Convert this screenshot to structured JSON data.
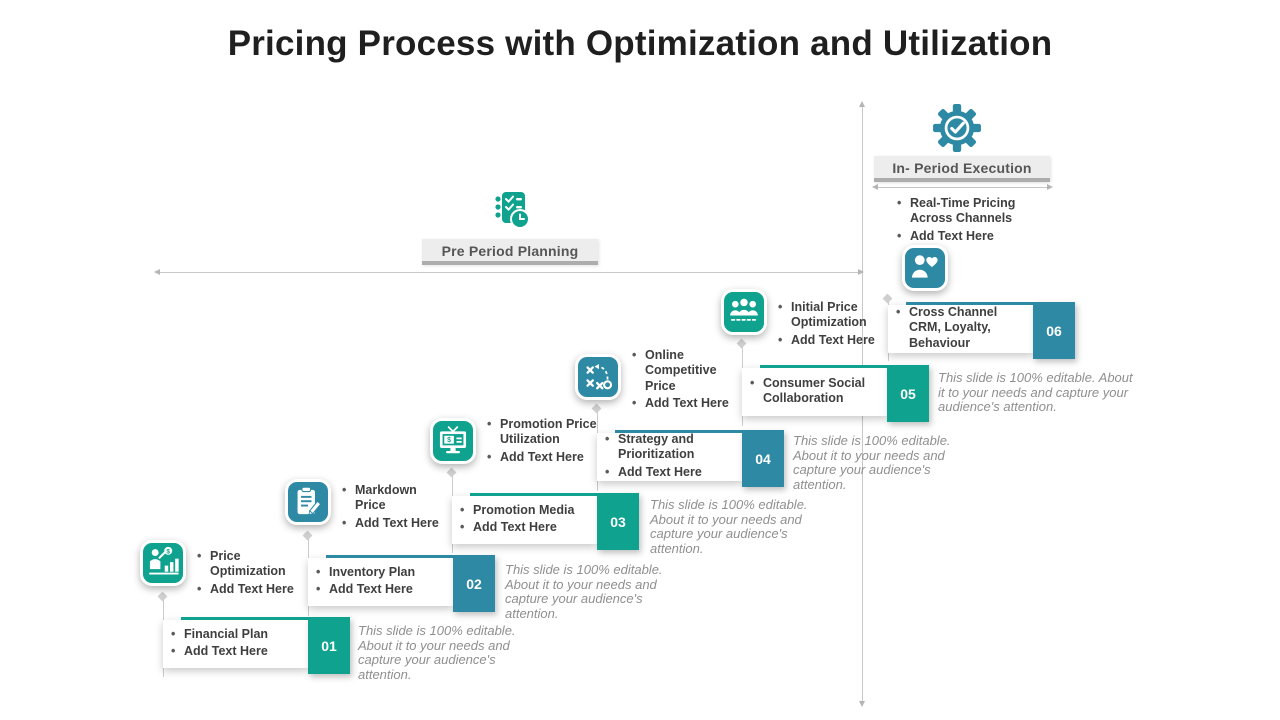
{
  "title": "Pricing Process with Optimization and Utilization",
  "colors": {
    "green": "#0fa38f",
    "blue": "#2e89a5"
  },
  "planning": {
    "label": "Pre Period Planning"
  },
  "execution": {
    "label": "In- Period Execution",
    "bullets": [
      "Real-Time Pricing Across Channels",
      "Add Text Here"
    ]
  },
  "editable_note": "This slide is 100% editable. About it to your needs and capture your audience's attention.",
  "steps": [
    {
      "num": "01",
      "title": "Financial Plan",
      "sub": "Add Text Here",
      "side_title": "Price Optimization",
      "side_sub": "Add Text Here"
    },
    {
      "num": "02",
      "title": "Inventory Plan",
      "sub": "Add Text Here",
      "side_title": "Markdown Price",
      "side_sub": "Add Text Here"
    },
    {
      "num": "03",
      "title": "Promotion Media",
      "sub": "Add Text Here",
      "side_title": "Promotion Price Utilization",
      "side_sub": "Add Text Here"
    },
    {
      "num": "04",
      "title": "Strategy and Prioritization",
      "sub": "Add Text Here",
      "side_title": "Online Competitive Price",
      "side_sub": "Add Text Here"
    },
    {
      "num": "05",
      "title": "Consumer Social Collaboration",
      "side_title": "Initial Price Optimization",
      "side_sub": "Add Text Here"
    },
    {
      "num": "06",
      "title": "Cross Channel CRM, Loyalty, Behaviour"
    }
  ]
}
